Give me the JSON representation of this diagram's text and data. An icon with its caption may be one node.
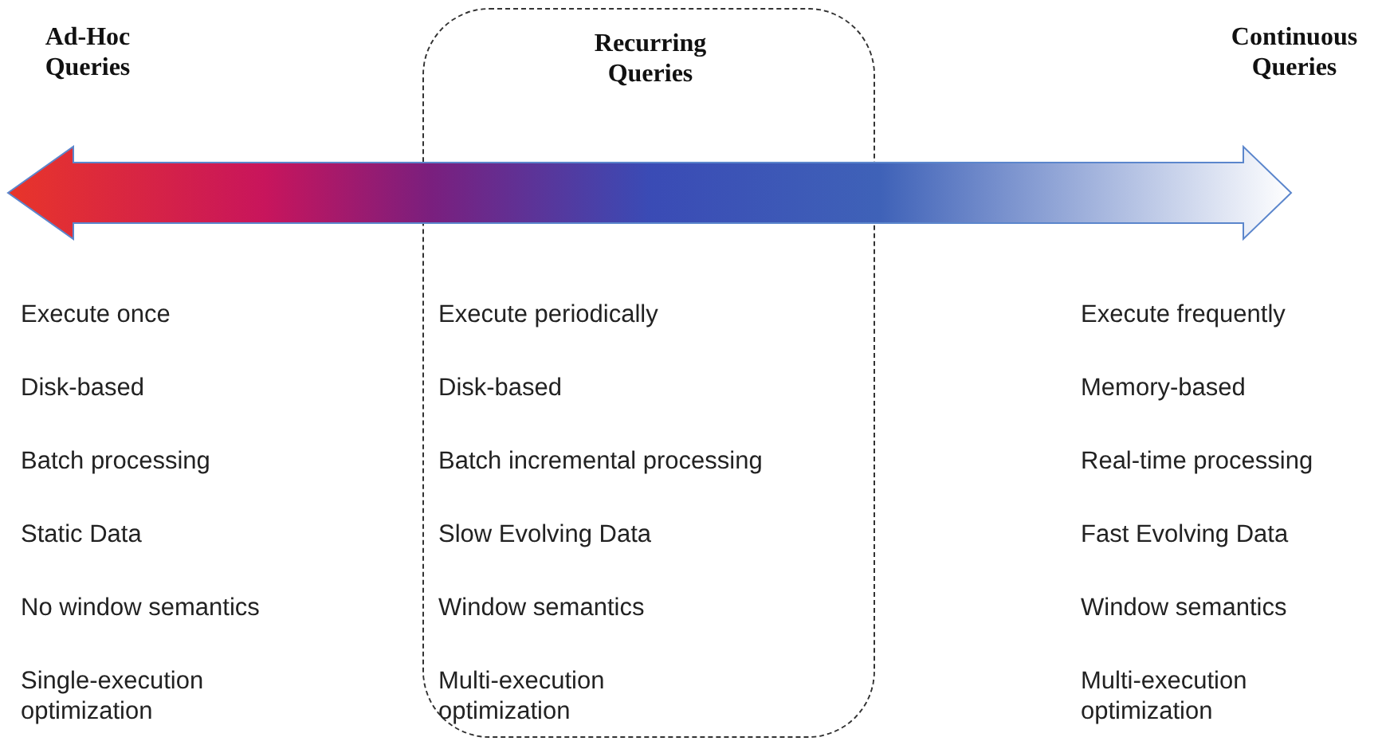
{
  "diagram": {
    "nodes": [
      {
        "text": [
          "Recurring Queries",
          "Execute periodically",
          "Disk-based",
          "Batch incremental processing",
          "Slow Evolving Data",
          "Window semantics",
          "Multi-execution optimization"
        ]
      }
    ],
    "edges": [],
    "labels": [
      "Ad-Hoc Queries",
      "Continuous Queries",
      "Execute once",
      "Execute frequently",
      "Disk-based",
      "Memory-based",
      "Batch processing",
      "Real-time processing",
      "Static Data",
      "Fast Evolving Data",
      "No window semantics",
      "Window semantics",
      "Single-execution optimization",
      "Multi-execution optimization"
    ]
  }
}
